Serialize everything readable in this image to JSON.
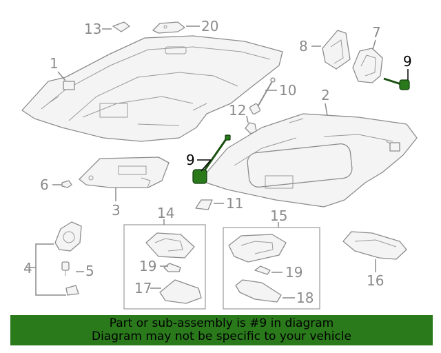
{
  "callouts": {
    "c1": "1",
    "c2": "2",
    "c3": "3",
    "c4": "4",
    "c5": "5",
    "c6": "6",
    "c7": "7",
    "c8": "8",
    "c9a": "9",
    "c9b": "9",
    "c10": "10",
    "c11": "11",
    "c12": "12",
    "c13": "13",
    "c14": "14",
    "c15": "15",
    "c16": "16",
    "c17": "17",
    "c18": "18",
    "c19a": "19",
    "c19b": "19",
    "c20": "20"
  },
  "banner": {
    "line1": "Part or sub-assembly is #9 in diagram",
    "line2": "Diagram may not be specific to your vehicle"
  },
  "colors": {
    "highlight": "#2a7a1c",
    "lines": "#8a8a8a",
    "callout_selected": "#000000"
  }
}
